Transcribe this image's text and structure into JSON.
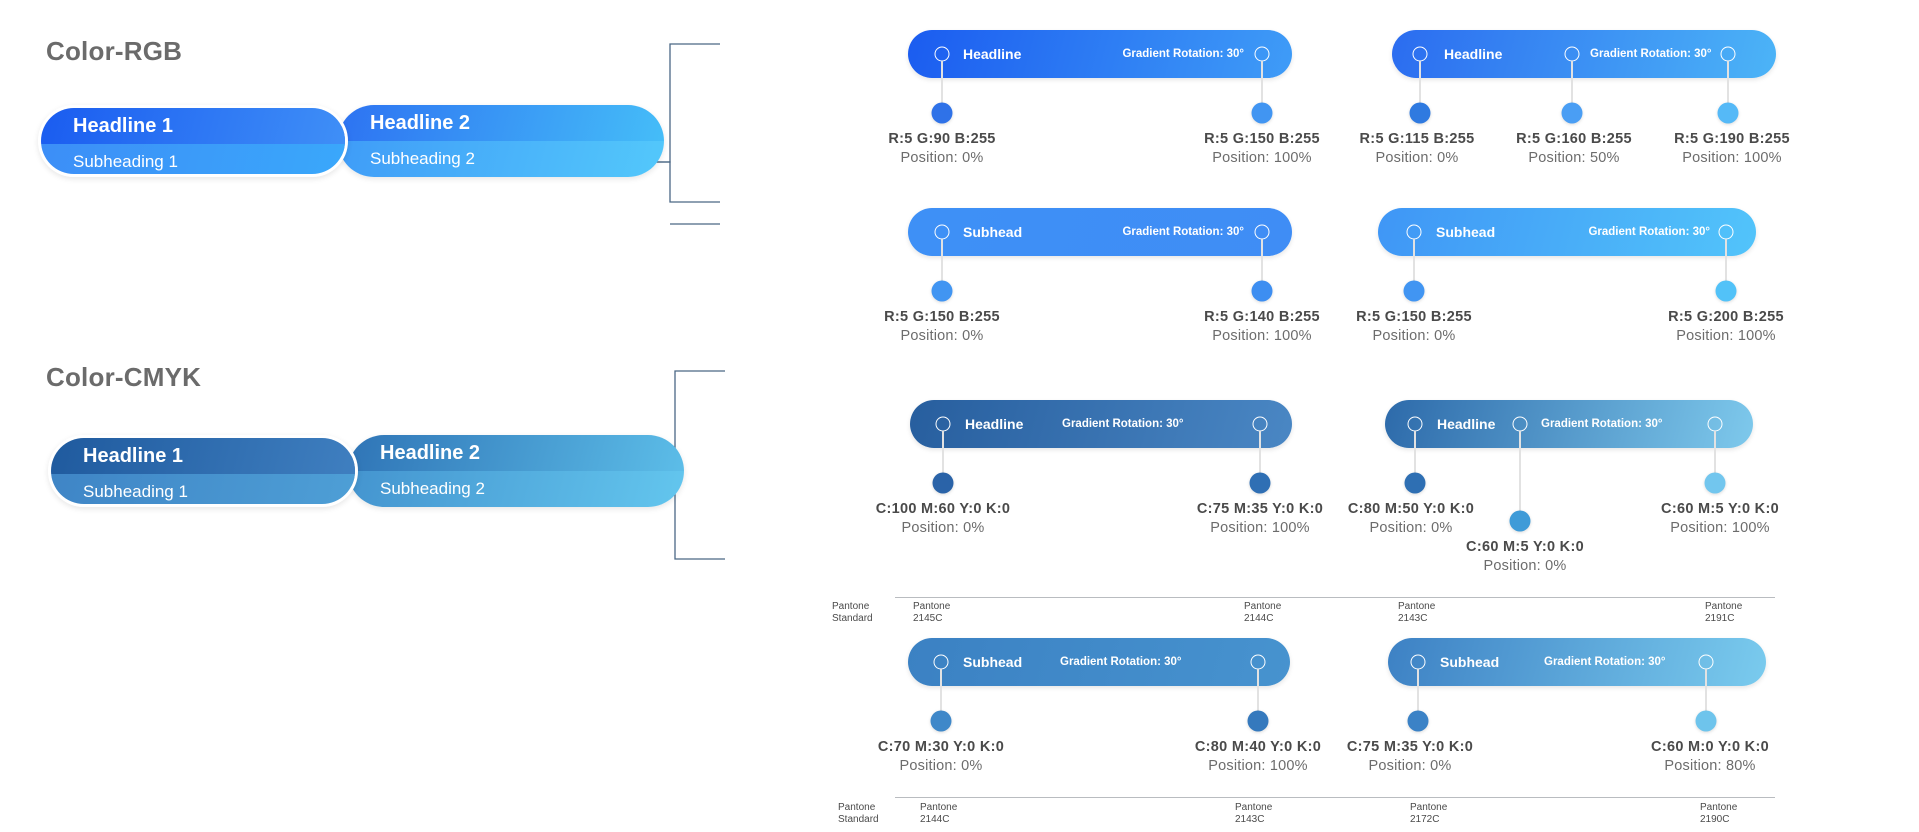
{
  "sections": [
    {
      "id": "rgb",
      "title": "Color-RGB"
    },
    {
      "id": "cmyk",
      "title": "Color-CMYK"
    }
  ],
  "preview_cards": {
    "rgb": {
      "left": {
        "headline": "Headline 1",
        "subheading": "Subheading 1",
        "headline_gradient": [
          "#1a5cf0",
          "#3f8ff7"
        ],
        "subheading_gradient": [
          "#3c8ef7",
          "#3aa8fb"
        ]
      },
      "right": {
        "headline": "Headline 2",
        "subheading": "Subheading 2",
        "headline_gradient": [
          "#2d72f2",
          "#45bdf8"
        ],
        "subheading_gradient": [
          "#3f9cf8",
          "#53c8fb"
        ]
      }
    },
    "cmyk": {
      "left": {
        "headline": "Headline 1",
        "subheading": "Subheading 1",
        "headline_gradient": [
          "#1f5a9e",
          "#3f7fc0"
        ],
        "subheading_gradient": [
          "#3f85c6",
          "#4e9fd6"
        ]
      },
      "right": {
        "headline": "Headline 2",
        "subheading": "Subheading 2",
        "headline_gradient": [
          "#2f74b6",
          "#5cbde8"
        ],
        "subheading_gradient": [
          "#4494cf",
          "#63c6ee"
        ]
      }
    }
  },
  "bar_labels": {
    "headline": "Headline",
    "subhead": "Subhead",
    "rotation": "Gradient Rotation: 30°"
  },
  "gradient_bars": [
    {
      "id": "rgb-headline-1",
      "section": "rgb",
      "row": "headline",
      "col": "left",
      "bar_title": "Headline",
      "rotation": "Gradient Rotation: 30°",
      "gradient": [
        "#1b5cf0",
        "#3f9cf7"
      ],
      "stops": [
        {
          "pct": 0,
          "value": "R:5  G:90  B:255",
          "position": "Position: 0%",
          "color": "#2f72e8"
        },
        {
          "pct": 100,
          "value": "R:5  G:150  B:255",
          "position": "Position: 100%",
          "color": "#4195f2"
        }
      ]
    },
    {
      "id": "rgb-headline-2",
      "section": "rgb",
      "row": "headline",
      "col": "right",
      "bar_title": "Headline",
      "rotation": "Gradient Rotation: 30°",
      "gradient": [
        "#2b6cf0",
        "#4cb4f7"
      ],
      "stops": [
        {
          "pct": 0,
          "value": "R:5  G:115  B:255",
          "position": "Position: 0%",
          "color": "#2f7ae0"
        },
        {
          "pct": 50,
          "value": "R:5  G:160  B:255",
          "position": "Position: 50%",
          "color": "#4a9ef4"
        },
        {
          "pct": 100,
          "value": "R:5  G:190  B:255",
          "position": "Position: 100%",
          "color": "#55b9f7"
        }
      ]
    },
    {
      "id": "rgb-subhead-1",
      "section": "rgb",
      "row": "subhead",
      "col": "left",
      "bar_title": "Subhead",
      "rotation": "Gradient Rotation: 30°",
      "gradient": [
        "#3e90f6",
        "#3f8df5"
      ],
      "stops": [
        {
          "pct": 0,
          "value": "R:5  G:150  B:255",
          "position": "Position: 0%",
          "color": "#4195f2"
        },
        {
          "pct": 100,
          "value": "R:5  G:140  B:255",
          "position": "Position: 100%",
          "color": "#3d8ef1"
        }
      ]
    },
    {
      "id": "rgb-subhead-2",
      "section": "rgb",
      "row": "subhead",
      "col": "right",
      "bar_title": "Subhead",
      "rotation": "Gradient Rotation: 30°",
      "gradient": [
        "#3f96f6",
        "#52c4fa"
      ],
      "stops": [
        {
          "pct": 0,
          "value": "R:5  G:150  B:255",
          "position": "Position: 0%",
          "color": "#4195f2"
        },
        {
          "pct": 100,
          "value": "R:5  G:200  B:255",
          "position": "Position: 100%",
          "color": "#52c2f8"
        }
      ]
    },
    {
      "id": "cmyk-headline-1",
      "section": "cmyk",
      "row": "headline",
      "col": "left",
      "bar_title": "Headline",
      "rotation": "Gradient Rotation: 30°",
      "gradient": [
        "#275e9e",
        "#4a87c4"
      ],
      "stops": [
        {
          "pct": 0,
          "value": "C:100  M:60  Y:0  K:0",
          "position": "Position: 0%",
          "color": "#2a63a8"
        },
        {
          "pct": 100,
          "value": "C:75  M:35  Y:0  K:0",
          "position": "Position: 100%",
          "color": "#2f6fb4"
        }
      ]
    },
    {
      "id": "cmyk-headline-2",
      "section": "cmyk",
      "row": "headline",
      "col": "right",
      "bar_title": "Headline",
      "rotation": "Gradient Rotation: 30°",
      "gradient": [
        "#2d6aaa",
        "#7ec9ec"
      ],
      "stops": [
        {
          "pct": 0,
          "value": "C:80  M:50  Y:0  K:0",
          "position": "Position: 0%",
          "color": "#2e6fb3"
        },
        {
          "pct": 50,
          "value": "C:60  M:5  Y:0  K:0",
          "position": "Position: 0%",
          "color": "#3f9bd8"
        },
        {
          "pct": 100,
          "value": "C:60  M:5  Y:0  K:0",
          "position": "Position: 100%",
          "color": "#72c6ee"
        }
      ]
    },
    {
      "id": "cmyk-subhead-1",
      "section": "cmyk",
      "row": "subhead",
      "col": "left",
      "bar_title": "Subhead",
      "rotation": "Gradient Rotation: 30°",
      "gradient": [
        "#3b81c3",
        "#4793cf"
      ],
      "stops": [
        {
          "pct": 0,
          "value": "C:70  M:30  Y:0  K:0",
          "position": "Position: 0%",
          "color": "#3f88c9"
        },
        {
          "pct": 100,
          "value": "C:80  M:40  Y:0  K:0",
          "position": "Position: 100%",
          "color": "#3579bd"
        }
      ]
    },
    {
      "id": "cmyk-subhead-2",
      "section": "cmyk",
      "row": "subhead",
      "col": "right",
      "bar_title": "Subhead",
      "rotation": "Gradient Rotation: 30°",
      "gradient": [
        "#3d81c4",
        "#7acbee"
      ],
      "stops": [
        {
          "pct": 0,
          "value": "C:75  M:35  Y:0  K:0",
          "position": "Position: 0%",
          "color": "#3b82c6"
        },
        {
          "pct": 80,
          "value": "C:60  M:0  Y:0  K:0",
          "position": "Position: 80%",
          "color": "#6ec4ec"
        }
      ]
    }
  ],
  "pantone_rows": [
    {
      "id": "pantone-row-top",
      "items": [
        {
          "l1": "Pantone",
          "l2": "Standard"
        },
        {
          "l1": "Pantone",
          "l2": "2145C"
        },
        {
          "l1": "Pantone",
          "l2": "2144C"
        },
        {
          "l1": "Pantone",
          "l2": "2143C"
        },
        {
          "l1": "Pantone",
          "l2": "2191C"
        }
      ]
    },
    {
      "id": "pantone-row-bottom",
      "items": [
        {
          "l1": "Pantone",
          "l2": "Standard"
        },
        {
          "l1": "Pantone",
          "l2": "2144C"
        },
        {
          "l1": "Pantone",
          "l2": "2143C"
        },
        {
          "l1": "Pantone",
          "l2": "2172C"
        },
        {
          "l1": "Pantone",
          "l2": "2190C"
        }
      ]
    }
  ],
  "colors": {
    "title_text": "#6b6b6b",
    "value_text": "#4a4a4a",
    "position_text": "#6c6c6c",
    "connector_line": "#4a6785",
    "stem": "#e2e2e2",
    "pantone_rule": "#b9bcc0"
  }
}
